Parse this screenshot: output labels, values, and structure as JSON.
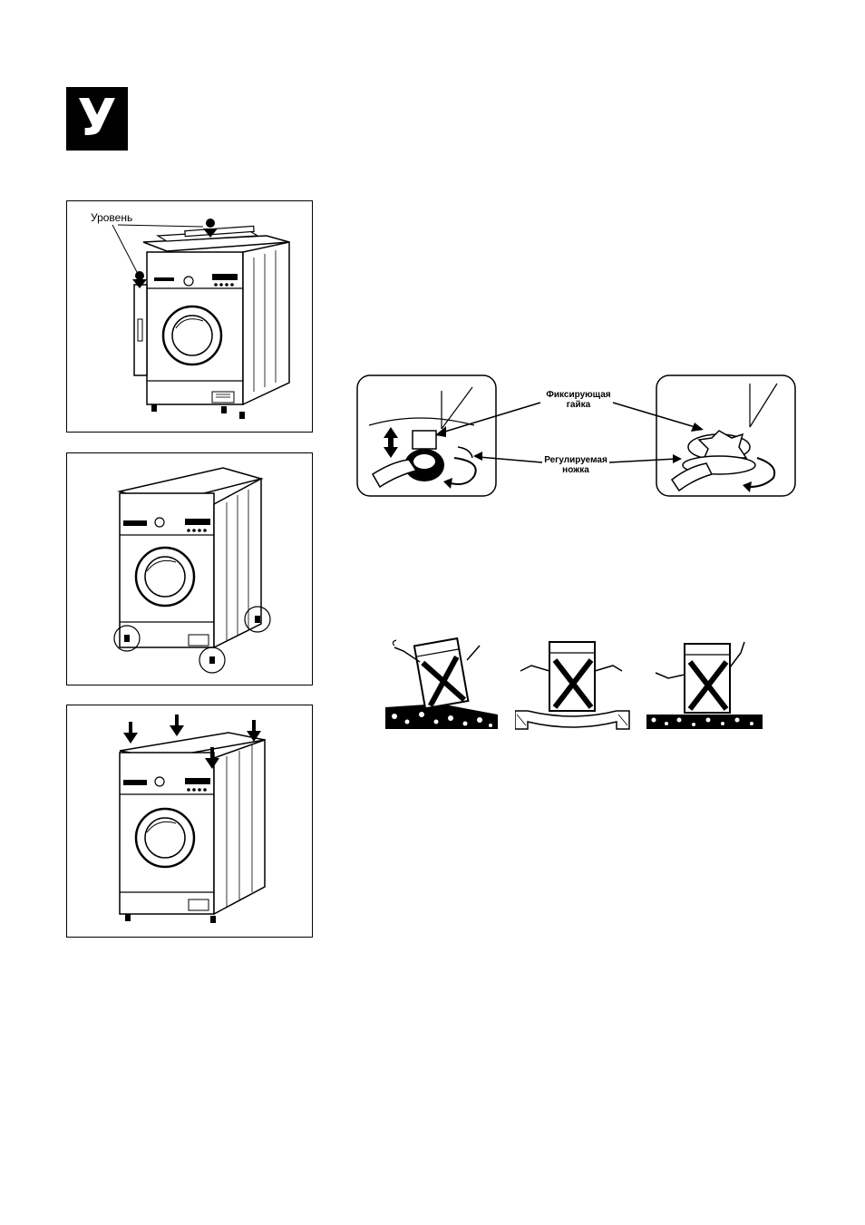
{
  "section": {
    "letter": "У"
  },
  "figures": {
    "level_panel": {
      "label": "Уровень"
    },
    "feet_callout": {
      "lock_nut": "Фиксирующая гайка",
      "adjustable_foot": "Регулируемая ножка"
    }
  }
}
